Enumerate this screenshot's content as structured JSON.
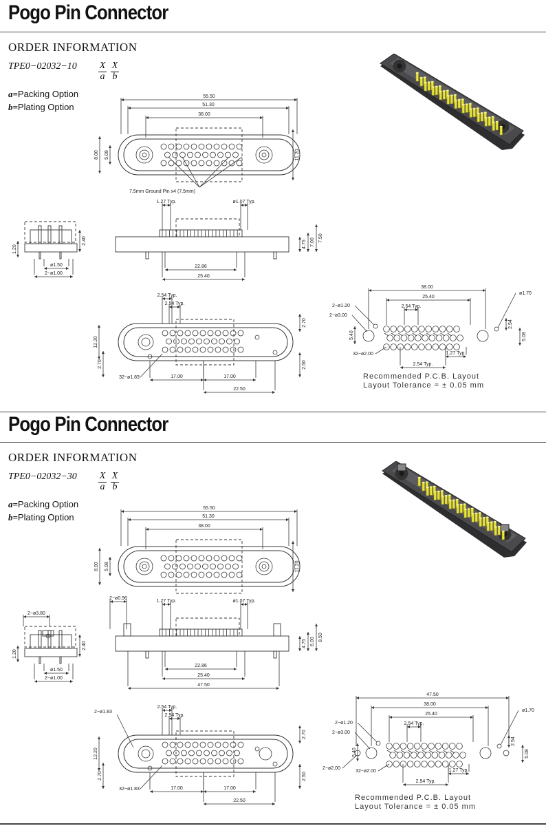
{
  "sections": [
    {
      "title": "Pogo Pin Connector",
      "order_heading": "ORDER INFORMATION",
      "part_number": "TPE0−02032−10",
      "suffix_a": "X",
      "suffix_a_sub": "a",
      "suffix_b": "X",
      "suffix_b_sub": "b",
      "packing_key": "a=",
      "packing_label": "Packing Option",
      "plating_key": "b=",
      "plating_label": "Plating Option",
      "ground_note": "7.5mm Ground Pin x4 (7.5mm)",
      "pcb_line1": "Recommended   P.C.B. Layout",
      "pcb_line2": "Layout Tolerance  =  ± 0.05  mm",
      "top_dims": [
        "55.50",
        "51.30",
        "38.00",
        "8.00",
        "5.08",
        "11.20"
      ],
      "side_dims": [
        "1.20",
        "2.40",
        "ø1.50",
        "2−ø1.00"
      ],
      "front_dims": [
        "1.27 Typ.",
        "ø1.07 Typ.",
        "22.86",
        "25.40",
        "4.75",
        "7.00",
        "7.50"
      ],
      "bottom_dims": [
        "2.54 Typ.",
        "2.54 Typ.",
        "12.20",
        "2.70",
        "2.70",
        "2.50",
        "32−ø1.83",
        "17.00",
        "17.00",
        "22.50"
      ],
      "pcb_dims": [
        "38.00",
        "25.40",
        "2.54 Typ.",
        "2−ø1.20",
        "2−ø3.00",
        "ø1.70",
        "5.40",
        "2.54",
        "5.08",
        "32−ø2.00",
        "1.27 Typ.",
        "2.54 Typ."
      ]
    },
    {
      "title": "Pogo Pin Connector",
      "order_heading": "ORDER INFORMATION",
      "part_number": "TPE0−02032−30",
      "suffix_a": "X",
      "suffix_a_sub": "a",
      "suffix_b": "X",
      "suffix_b_sub": "b",
      "packing_key": "a=",
      "packing_label": "Packing Option",
      "plating_key": "b=",
      "plating_label": "Plating Option",
      "pcb_line1": "Recommended   P.C.B. Layout",
      "pcb_line2": "Layout Tolerance  =  ± 0.05  mm",
      "top_dims": [
        "55.50",
        "51.30",
        "38.00",
        "8.00",
        "5.08",
        "11.20"
      ],
      "side_dims": [
        "2−ø3.80",
        "1.20",
        "2.40",
        "ø1.50",
        "2−ø1.00"
      ],
      "front_dims": [
        "2−ø0.96",
        "1.27 Typ.",
        "ø1.07 Typ.",
        "22.86",
        "25.40",
        "47.50",
        "4.75",
        "6.00",
        "8.50"
      ],
      "bottom_dims": [
        "2.54 Typ.",
        "2.54 Typ.",
        "2−ø1.83",
        "12.20",
        "2.70",
        "2.70",
        "2.50",
        "32−ø1.83",
        "17.00",
        "17.00",
        "22.50"
      ],
      "pcb_dims": [
        "47.50",
        "38.00",
        "25.40",
        "2.54 Typ.",
        "2−ø1.20",
        "2−ø3.00",
        "ø1.70",
        "5.40",
        "2.54",
        "5.08",
        "2−ø2.00",
        "32−ø2.00",
        "1.27 Typ.",
        "2.54 Typ."
      ]
    }
  ],
  "colors": {
    "pin_yellow": "#e8e23a",
    "body_gray": "#4a4a4d",
    "line": "#333333"
  }
}
